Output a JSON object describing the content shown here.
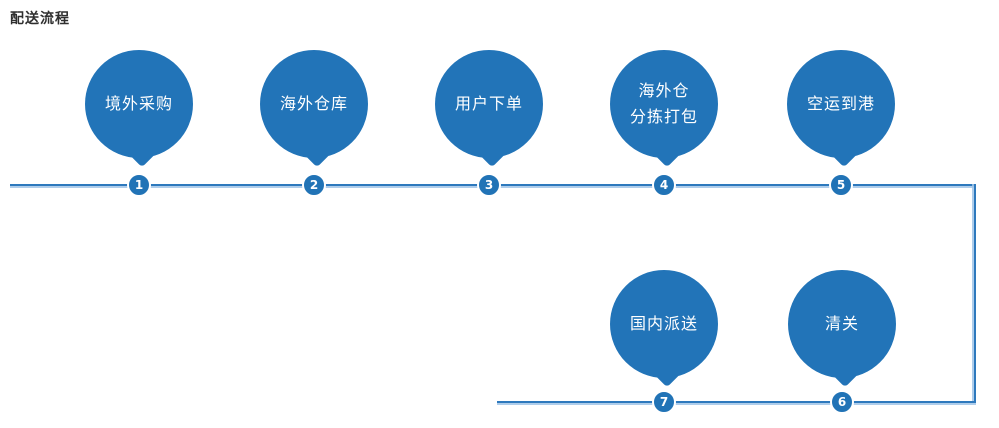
{
  "page": {
    "title": "配送流程"
  },
  "colors": {
    "bubble": "#2274b8",
    "badge": "#2173b6",
    "line": "#2e79bd",
    "line_highlight": "#a0c4e8",
    "bubble_text": "#ffffff",
    "title_text": "#2f2f2f"
  },
  "steps": [
    {
      "number": "1",
      "label_lines": [
        "境外采购"
      ],
      "row": "top"
    },
    {
      "number": "2",
      "label_lines": [
        "海外仓库"
      ],
      "row": "top"
    },
    {
      "number": "3",
      "label_lines": [
        "用户下单"
      ],
      "row": "top"
    },
    {
      "number": "4",
      "label_lines": [
        "海外仓",
        "分拣打包"
      ],
      "row": "top"
    },
    {
      "number": "5",
      "label_lines": [
        "空运到港"
      ],
      "row": "top"
    },
    {
      "number": "6",
      "label_lines": [
        "清关"
      ],
      "row": "bottom"
    },
    {
      "number": "7",
      "label_lines": [
        "国内派送"
      ],
      "row": "bottom"
    }
  ]
}
